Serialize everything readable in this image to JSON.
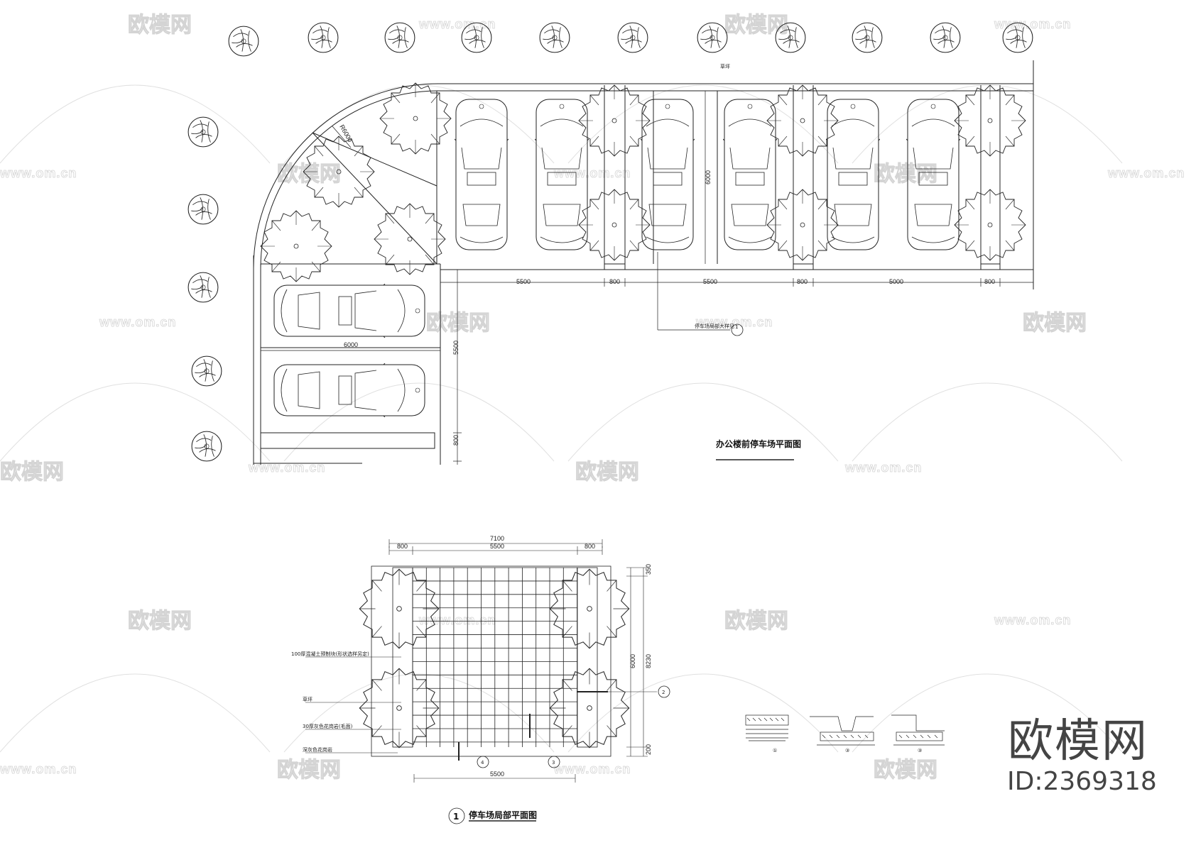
{
  "plan_title": "办公楼前停车场平面图",
  "detail_title": "停车场局部平面图",
  "detail_number": "1",
  "plan_dims": {
    "h1": "5500",
    "h2": "800",
    "h3": "5500",
    "h4": "800",
    "h5": "5000",
    "h6": "800",
    "depth": "6000",
    "radius": "R6000",
    "side_width": "6000",
    "side_depth": "5500",
    "strip": "800"
  },
  "plan_notes": {
    "lawn": "草坪",
    "callout": "停车场局部大样见",
    "callout_ref": "1"
  },
  "detail_dims": {
    "total": "7100",
    "left": "800",
    "mid": "5500",
    "right": "800",
    "bottom": "5500",
    "right_top": "350",
    "right_mid": "6000",
    "right_total": "8230",
    "right_bottom": "200"
  },
  "detail_notes": {
    "n1": "100厚混凝土预制块(形状选样另定)",
    "n2": "草坪",
    "n3": "30厚灰色花岗岩(毛面)",
    "n4": "深灰色花岗岩"
  },
  "detail_refs": {
    "r2": "2",
    "r3": "3",
    "r4": "4"
  },
  "sections": [
    "①",
    "③",
    "③"
  ],
  "watermark": {
    "text": "欧模网",
    "url": "www.om.cn"
  },
  "brand": {
    "name": "欧模网",
    "id": "ID:2369318"
  }
}
